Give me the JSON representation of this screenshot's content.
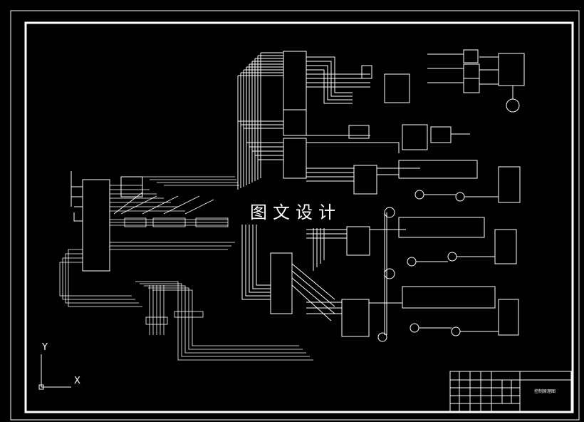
{
  "watermark": "图文设计",
  "title_block": {
    "drawing_title": "控制原理图"
  },
  "ucs": {
    "y_label": "Y",
    "x_label": "X"
  },
  "colors": {
    "background": "#000000",
    "lines": "#ffffff",
    "frame": "#ffffff"
  }
}
